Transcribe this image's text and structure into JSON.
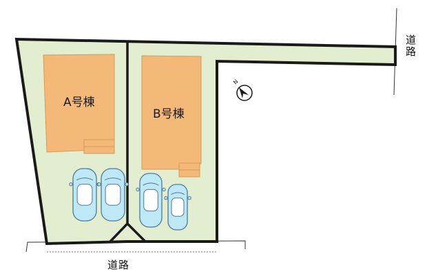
{
  "buildings": [
    {
      "id": "A",
      "label": "A号棟"
    },
    {
      "id": "B",
      "label": "B号棟"
    }
  ],
  "roads": {
    "right_label": "道路",
    "bottom_label": "道路"
  },
  "compass": {
    "north_letter": "N"
  },
  "parking": {
    "lot_a_cars": 2,
    "lot_b_cars": 2
  },
  "colors": {
    "lot_fill": "#e3eed0",
    "building_fill": "#f4b879",
    "building_stroke": "#d49a55",
    "boundary": "#1a1a1a",
    "car_fill": "#bfe8f7",
    "car_stroke": "#4a7a9a"
  }
}
